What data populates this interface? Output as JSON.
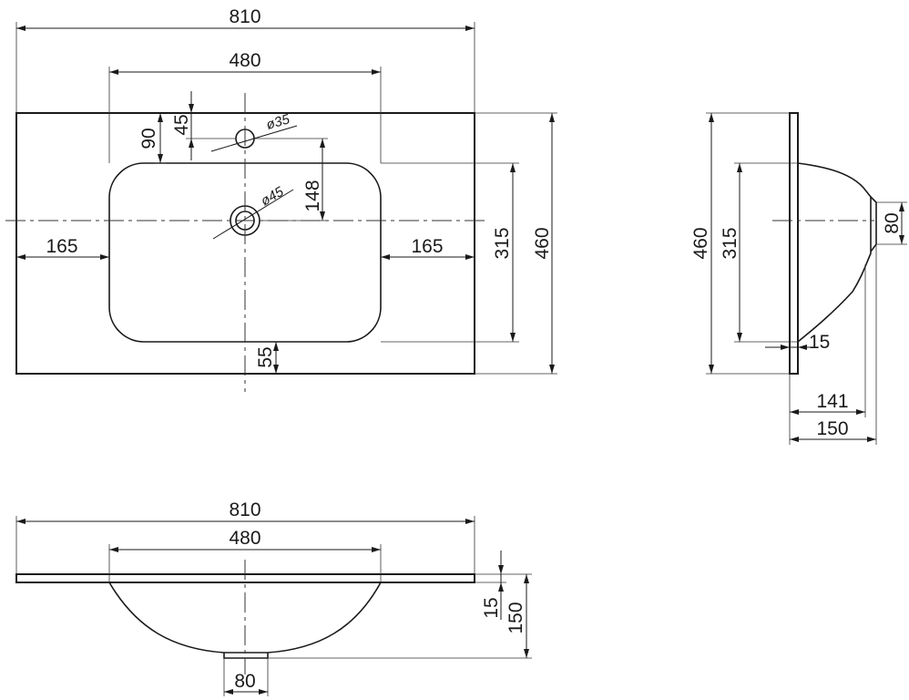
{
  "top_view": {
    "overall_width": "810",
    "bowl_width": "480",
    "overall_depth": "460",
    "bowl_depth": "315",
    "bowl_to_tap": "148",
    "tap_hole_offset": "45",
    "rear_to_bowl": "90",
    "front_margin": "55",
    "side_margin_left": "165",
    "side_margin_right": "165",
    "tap_hole_diameter": "ø35",
    "drain_diameter": "ø45"
  },
  "side_view": {
    "overall_depth": "460",
    "bowl_depth": "315",
    "drain_height": "80",
    "rim": "15",
    "bowl_projection": "141",
    "total_projection": "150"
  },
  "front_view": {
    "overall_width": "810",
    "bowl_width": "480",
    "rim_thickness": "15",
    "total_height": "150",
    "drain_width": "80"
  }
}
